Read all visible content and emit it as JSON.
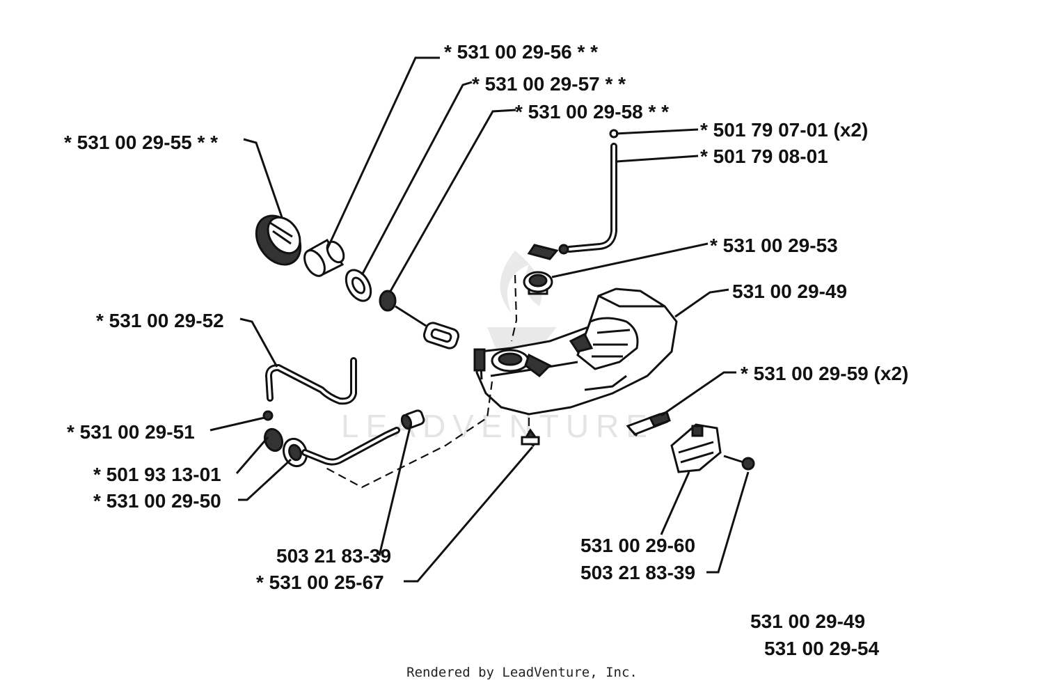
{
  "diagram": {
    "watermark": "LEADVENTURE",
    "footer": "Rendered by LeadVenture, Inc.",
    "callouts": [
      {
        "id": "p56",
        "text": "* 531 00 29-56 * *"
      },
      {
        "id": "p57",
        "text": "* 531 00 29-57 * *"
      },
      {
        "id": "p58",
        "text": "* 531 00 29-58 * *"
      },
      {
        "id": "p55",
        "text": "* 531 00 29-55 * *"
      },
      {
        "id": "p0701",
        "text": "* 501 79 07-01 (x2)"
      },
      {
        "id": "p0801",
        "text": "* 501 79 08-01"
      },
      {
        "id": "p53",
        "text": "* 531 00 29-53"
      },
      {
        "id": "p49",
        "text": "531 00 29-49"
      },
      {
        "id": "p52",
        "text": "* 531 00 29-52"
      },
      {
        "id": "p59",
        "text": "* 531 00 29-59 (x2)"
      },
      {
        "id": "p51",
        "text": "* 531 00 29-51"
      },
      {
        "id": "p1301",
        "text": "* 501 93 13-01"
      },
      {
        "id": "p50",
        "text": "* 531 00 29-50"
      },
      {
        "id": "p8339a",
        "text": "503 21 83-39"
      },
      {
        "id": "p2567",
        "text": "* 531 00 25-67"
      },
      {
        "id": "p60",
        "text": "531 00 29-60"
      },
      {
        "id": "p8339b",
        "text": "503 21 83-39"
      },
      {
        "id": "ref49",
        "text": "531 00 29-49"
      },
      {
        "id": "ref54",
        "text": "531 00 29-54"
      }
    ]
  }
}
